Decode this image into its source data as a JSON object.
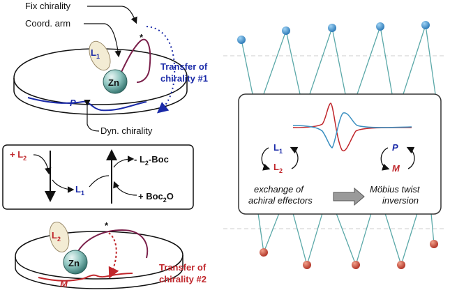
{
  "left_panel": {
    "fix_chirality": "Fix chirality",
    "coord_arm": "Coord. arm",
    "L1": "L",
    "L1_sub": "1",
    "zn_top": "Zn",
    "star_top": "*",
    "P_label": "P",
    "transfer1_line1": "Transfer of",
    "transfer1_line2": "chirality #1",
    "dyn_chirality": "Dyn. chirality",
    "exchange_box": {
      "plus_L2": "+ L",
      "plus_L2_sub": "2",
      "minus_L2_boc_prefix": "- L",
      "minus_L2_boc_sub": "2",
      "minus_L2_boc_suffix": "-Boc",
      "L1": "L",
      "L1_sub": "1",
      "plus_boc2o_prefix": "+ Boc",
      "plus_boc2o_sub": "2",
      "plus_boc2o_suffix": "O"
    },
    "L2": "L",
    "L2_sub": "2",
    "zn_bottom": "Zn",
    "star_bottom": "*",
    "M_label": "M",
    "transfer2_line1": "Transfer of",
    "transfer2_line2": "chirality #2"
  },
  "right_panel": {
    "L1": "L",
    "L1_sub": "1",
    "L2": "L",
    "L2_sub": "2",
    "P_label": "P",
    "M_label": "M",
    "exchange_line1": "exchange of",
    "exchange_line2": "achiral effectors",
    "mobius_line1": "Möbius twist",
    "mobius_line2": "inversion"
  },
  "colors": {
    "blue": "#1a2aa8",
    "red": "#c0262b",
    "purple": "#7a1f4a",
    "teal_bead": "#5aa8a8",
    "dot_blue": "#2f86c6",
    "dot_red": "#c0392b"
  }
}
